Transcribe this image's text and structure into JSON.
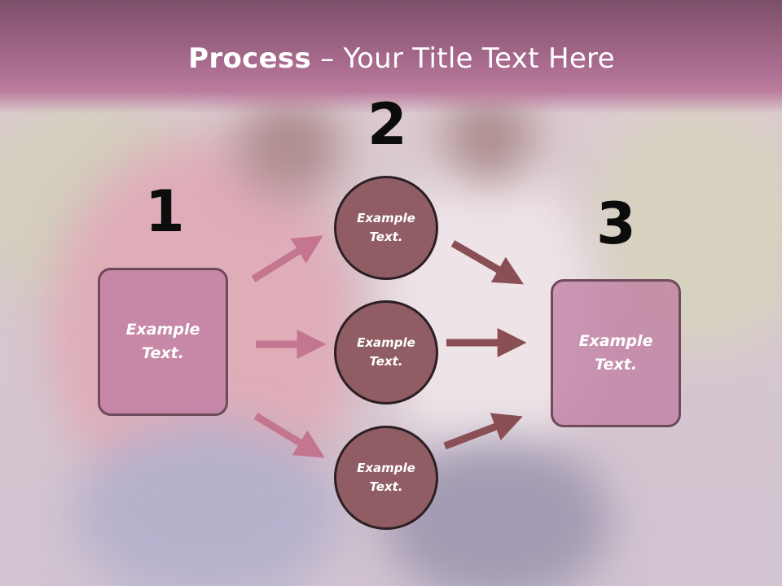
{
  "title": {
    "bold": "Process",
    "rest": " – Your Title Text Here"
  },
  "steps": [
    {
      "number": "1",
      "label": "Example Text."
    },
    {
      "number": "2",
      "items": [
        "Example Text.",
        "Example Text.",
        "Example Text."
      ]
    },
    {
      "number": "3",
      "label": "Example Text."
    }
  ],
  "colors": {
    "title_band": "#a86b8d",
    "box_fill": "#be78a0",
    "circle_fill": "#8f5d63",
    "arrow_pink": "#c4758f",
    "arrow_dark": "#8a4e55"
  }
}
